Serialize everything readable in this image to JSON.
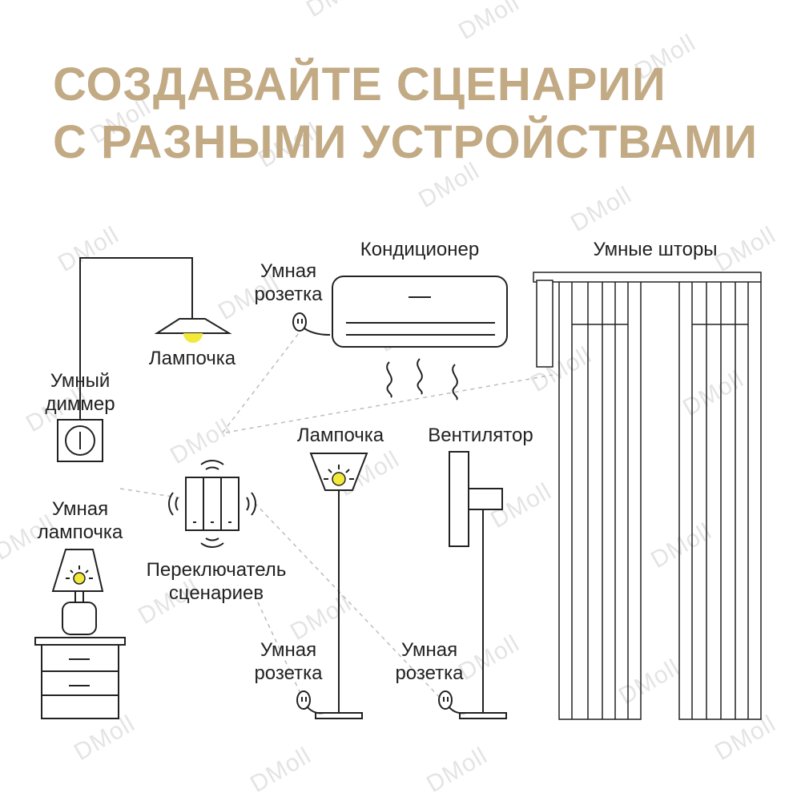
{
  "title": {
    "line1": "СОЗДАВАЙТЕ СЦЕНАРИИ",
    "line2": "С РАЗНЫМИ УСТРОЙСТВАМИ"
  },
  "labels": {
    "pendant_lamp": "Лампочка",
    "dimmer": {
      "line1": "Умный",
      "line2": "диммер"
    },
    "ac_socket": {
      "line1": "Умная",
      "line2": "розетка"
    },
    "air_conditioner": "Кондиционер",
    "curtains": "Умные шторы",
    "floor_lamp": "Лампочка",
    "fan": "Вентилятор",
    "smart_bulb": {
      "line1": "Умная",
      "line2": "лампочка"
    },
    "scene_switch": {
      "line1": "Переключатель",
      "line2": "сценариев"
    },
    "floor_lamp_socket": {
      "line1": "Умная",
      "line2": "розетка"
    },
    "fan_socket": {
      "line1": "Умная",
      "line2": "розетка"
    }
  },
  "watermark": "DMoll",
  "colors": {
    "title": "#c2aa84",
    "bulb": "#f3e93b",
    "line": "#222222",
    "dashed": "#bdbdbd",
    "watermark": "#e4e4e4"
  }
}
